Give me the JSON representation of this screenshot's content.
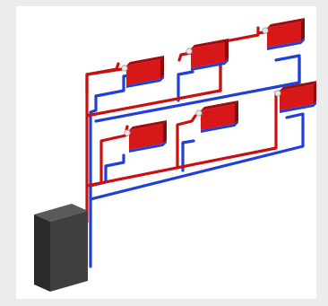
{
  "diagram": {
    "subject": "two-pipe-heating-system",
    "colors": {
      "page_background": "#ececec",
      "panel_background": "#ffffff",
      "supply_pipe": "#c81010",
      "return_pipe": "#1f3fd6",
      "radiator_face": "#d81818",
      "radiator_top": "#a00c0c",
      "radiator_side": "#8a0a0a",
      "radiator_base": "#1f3fd6",
      "valve": "#e8e8e8",
      "boiler_front": "#3f3f3f",
      "boiler_top": "#5a5a5a",
      "boiler_side": "#2a2a2a"
    },
    "floors": [
      {
        "name": "upper-floor",
        "radiator_count": 3
      },
      {
        "name": "lower-floor",
        "radiator_count": 3
      }
    ],
    "boiler_count": 1
  }
}
